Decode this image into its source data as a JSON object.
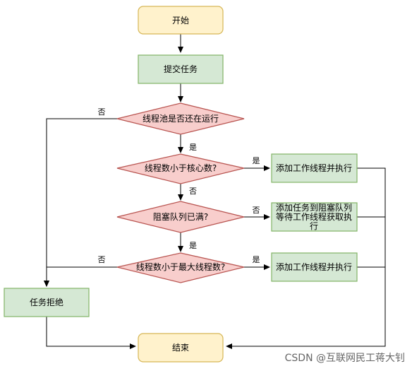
{
  "nodes": {
    "start": "开始",
    "submit": "提交任务",
    "pool_running": "线程池是否还在运行",
    "core_check": "线程数小于核心数?",
    "add_worker_1": "添加工作线程并执行",
    "queue_full": "阻塞队列已满?",
    "enqueue_line1": "添加任务到阻塞队列",
    "enqueue_line2": "等待工作线程获取执",
    "enqueue_line3": "行",
    "max_check": "线程数小于最大线程数?",
    "add_worker_2": "添加工作线程并执行",
    "reject": "任务拒绝",
    "end": "结束"
  },
  "edge_labels": {
    "running_no": "否",
    "running_yes": "是",
    "core_yes": "是",
    "core_no": "否",
    "queue_no": "否",
    "queue_yes": "是",
    "max_no": "否",
    "max_yes": "是"
  },
  "colors": {
    "start_fill": "#fff2cc",
    "start_stroke": "#d6b656",
    "process_fill": "#d5e8d4",
    "process_stroke": "#82b366",
    "decision_fill": "#f8cecc",
    "decision_stroke": "#b85450"
  },
  "watermark": "CSDN @互联网民工蒋大钊"
}
